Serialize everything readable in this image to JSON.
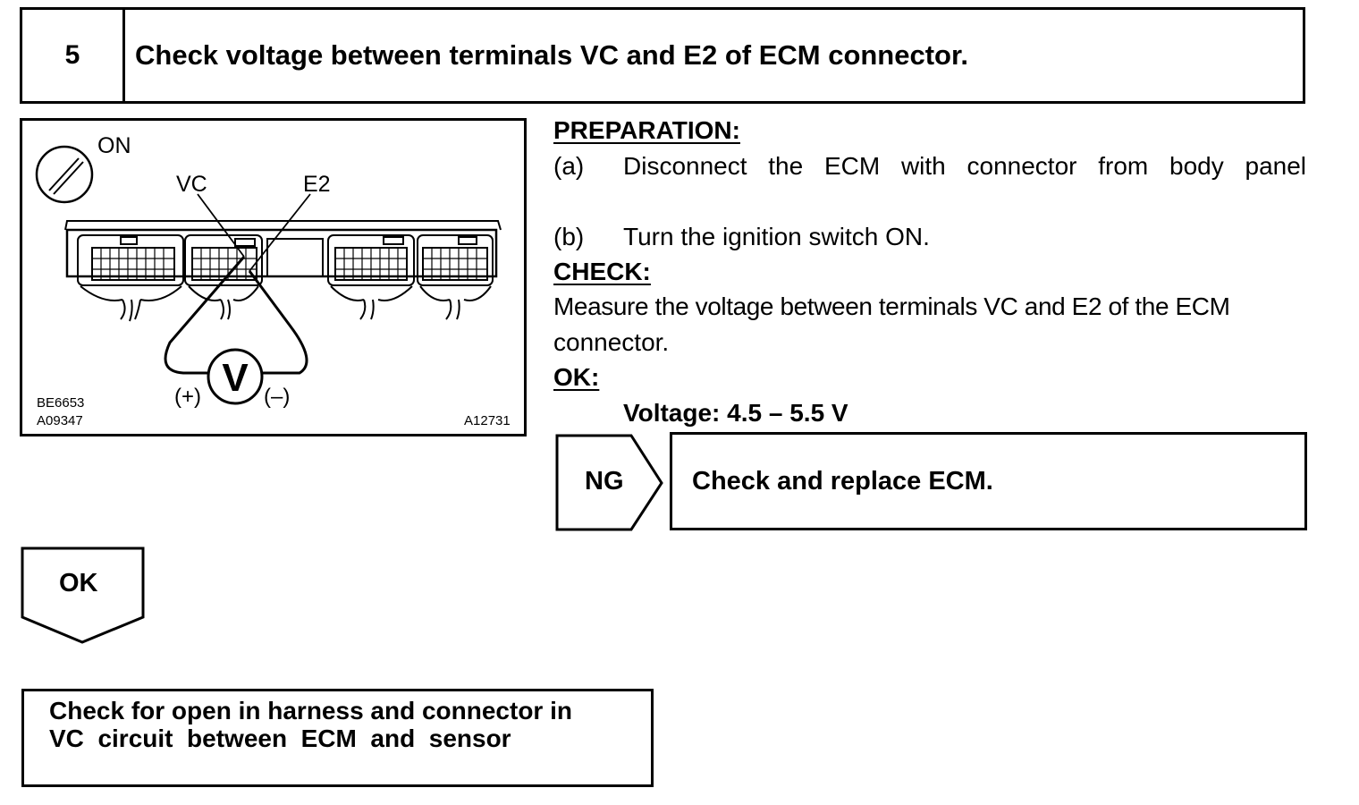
{
  "step": {
    "number": "5",
    "title": "Check voltage between terminals VC and E2 of ECM connector."
  },
  "diagram": {
    "switch_label": "ON",
    "terminal_vc": "VC",
    "terminal_e2": "E2",
    "meter_symbol": "V",
    "plus_label": "(+)",
    "minus_label": "(–)",
    "code_1": "BE6653",
    "code_2": "A09347",
    "code_3": "A12731"
  },
  "instructions": {
    "preparation_heading": "PREPARATION:",
    "step_a_marker": "(a)",
    "step_a_text": "Disconnect the ECM with connector from body panel",
    "step_b_marker": "(b)",
    "step_b_text": "Turn the ignition switch ON.",
    "check_heading": "CHECK:",
    "check_line_1": "Measure the voltage between terminals VC and E2 of the ECM",
    "check_line_2": "connector.",
    "ok_heading": "OK:",
    "ok_spec": "Voltage: 4.5 – 5.5 V"
  },
  "ng_branch": {
    "label": "NG",
    "result": "Check and replace ECM."
  },
  "ok_branch": {
    "label": "OK",
    "result_line_1": "Check for open in harness and connector in",
    "result_line_2": "VC  circuit  between  ECM  and  sensor"
  }
}
